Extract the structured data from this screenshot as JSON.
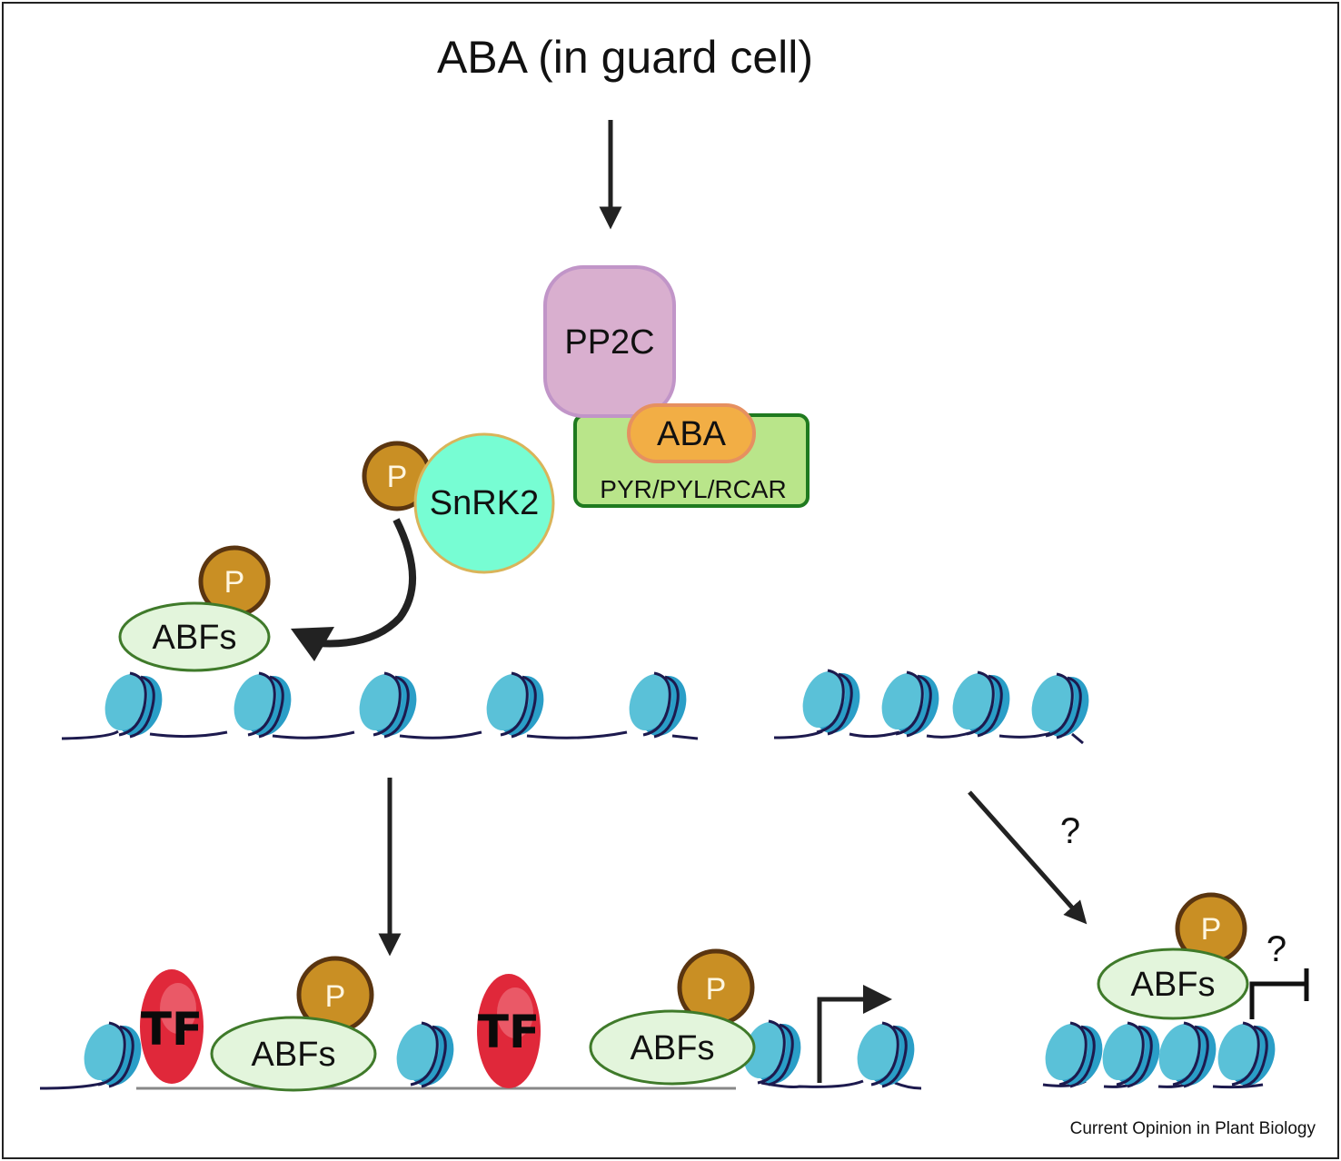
{
  "title": "ABA (in guard cell)",
  "receptor_complex": {
    "phosphatase": "PP2C",
    "ligand": "ABA",
    "receptor": "PYR/PYL/RCAR"
  },
  "kinase": {
    "label": "SnRK2",
    "phospho": "P"
  },
  "upper_abfs": {
    "label": "ABFs",
    "phospho": "P"
  },
  "bottom_left": {
    "tf_labels": [
      "TF",
      "TF"
    ],
    "abfs_labels": [
      "ABFs",
      "ABFs"
    ],
    "phospho": [
      "P",
      "P"
    ]
  },
  "bottom_right": {
    "abfs_label": "ABFs",
    "phospho": "P",
    "question_arrow": "?",
    "question_repression": "?"
  },
  "credit": "Current Opinion in Plant Biology",
  "colors": {
    "pp2c_fill": "#d9afcf",
    "pp2c_stroke": "#c195c8",
    "receptor_fill": "#b9e58a",
    "receptor_stroke": "#1f7a1f",
    "aba_fill": "#f2ae45",
    "aba_stroke": "#e69060",
    "snrk2_fill": "#77fdd3",
    "snrk2_stroke": "#d9b45a",
    "phospho_fill": "#c98f24",
    "phospho_stroke": "#5a3510",
    "abfs_fill": "#e3f5dc",
    "abfs_stroke": "#3f7a2a",
    "tf_fill": "#e0283a",
    "nucleosome_light": "#5ac1d8",
    "nucleosome_dark": "#2a9ec7",
    "dna": "#1d1a4e",
    "arrow": "#222222"
  }
}
